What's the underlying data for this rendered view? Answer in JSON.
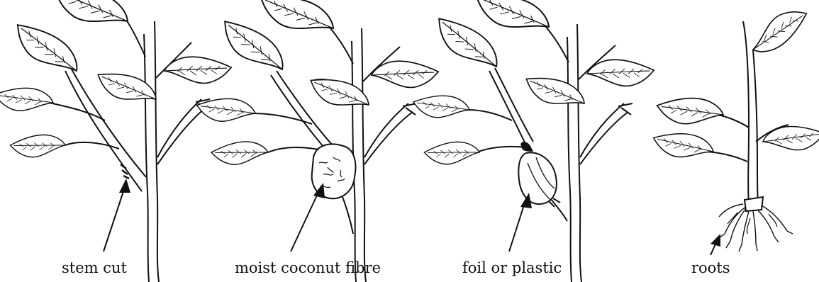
{
  "labels": {
    "stem_cut": "stem cut",
    "coconut_fibre": "moist coconut fibre",
    "foil": "foil or plastic",
    "roots": "roots"
  },
  "colors": {
    "ink": "#111111",
    "background": "#ffffff"
  }
}
